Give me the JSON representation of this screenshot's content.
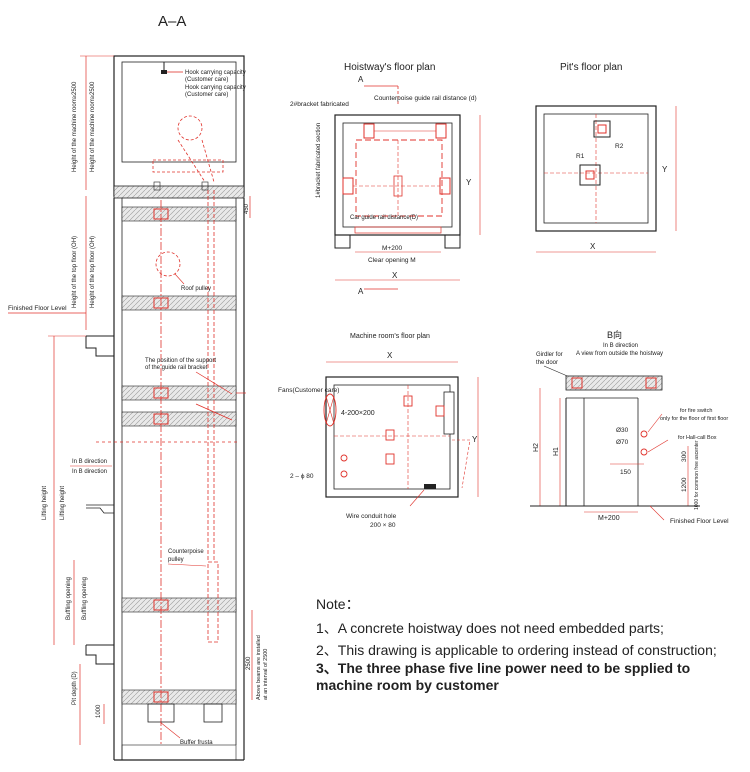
{
  "section": {
    "title": "A–A",
    "labels": {
      "hook1": "Hook carrying capacity",
      "hook1b": "(Customer care)",
      "hook2": "Hook carrying capacity",
      "hook2b": "(Customer care)",
      "height_machine_room": "Height of the machine room≥2500",
      "height_top_floor": "Height of the top floor (OH)",
      "finished_floor": "Finished Floor Level",
      "lifting_height": "Lifting height",
      "roof_pulley": "Roof pulley",
      "guide_rail_support": "The position of the support",
      "guide_rail_support2": "of the guide rail bracket",
      "in_b_direction": "In B direction",
      "counterpoise_pulley": "Counterpoise",
      "counterpoise_pulley2": "pulley",
      "buffer_opening": "Buffling opening",
      "pit_depth": "Pit depth (D)",
      "above_beams": "Above beams are installed",
      "above_beams2": "at an interval of 2500",
      "dim_2500": "2500",
      "dim_1000": "1000",
      "dim_450": "450",
      "buffer_frusta": "Buffer frusta"
    }
  },
  "hoistway_plan": {
    "title": "Hoistway's floor plan",
    "labels": {
      "a_top": "A",
      "a_bottom": "A",
      "counterpoise_rail": "Counterpoise guide rail distance (d)",
      "bracket2": "2#bracket fabricated",
      "bracket1": "1#bracket fabricated section",
      "car_rail": "Car guide rail distance(D)",
      "m200": "M+200",
      "clear_opening": "Clear opening M",
      "x": "X",
      "y": "Y"
    }
  },
  "pit_plan": {
    "title": "Pit's floor plan",
    "labels": {
      "r1": "R1",
      "r2": "R2",
      "x": "X",
      "y": "Y"
    }
  },
  "machine_plan": {
    "title": "Machine room's floor plan",
    "labels": {
      "x": "X",
      "y": "Y",
      "fans": "Fans(Customer care)",
      "holes": "4-200×200",
      "phi80": "2 – ϕ 80",
      "wire_hole": "Wire conduit hole",
      "wire_size": "200 × 80"
    }
  },
  "b_direction": {
    "title": "B向",
    "subtitle": "In B direction",
    "subtitle2": "A view from outside the hoistway",
    "labels": {
      "girdler": "Girdler for",
      "girdler2": "the door",
      "fire_switch": "for fire switch",
      "fire_switch2": "only for the floor of first floor",
      "hall_call": "for Hall-call Box",
      "d30": "Ø30",
      "d70": "Ø70",
      "d150": "150",
      "h2": "H2",
      "h1": "H1",
      "d1200": "1200",
      "d300": "300",
      "d1000": "1000 for common free ascenter",
      "m200": "M+200",
      "finished_floor": "Finished Floor Level"
    }
  },
  "notes": {
    "heading": "Note：",
    "items": [
      "1、A concrete hoistway does not need embedded parts;",
      "2、This drawing is applicable to ordering instead of construction;",
      "3、The three phase five line power need to be spplied to machine room by customer"
    ]
  },
  "colors": {
    "line": "#222222",
    "accent": "#e0322b",
    "hatch": "#bdbdbd"
  }
}
